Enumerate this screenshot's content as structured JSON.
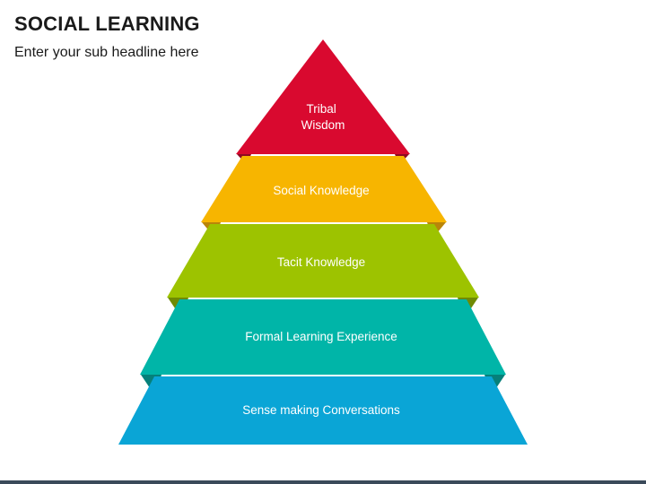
{
  "slide": {
    "title": "SOCIAL LEARNING",
    "subtitle": "Enter your sub headline here"
  },
  "pyramid": {
    "levels": [
      {
        "lines": [
          "Tribal",
          "Wisdom"
        ],
        "color": "#d9092f",
        "shade": "#8e0a22"
      },
      {
        "lines": [
          "Social Knowledge"
        ],
        "color": "#f7b500",
        "shade": "#b9850a"
      },
      {
        "lines": [
          "Tacit Knowledge"
        ],
        "color": "#9dc300",
        "shade": "#6f8a04"
      },
      {
        "lines": [
          "Formal Learning Experience"
        ],
        "color": "#00b5a8",
        "shade": "#06807a"
      },
      {
        "lines": [
          "Sense making Conversations"
        ],
        "color": "#0aa5d6",
        "shade": "#0a78a0"
      }
    ]
  },
  "footer": {
    "color": "#3a4a5a"
  }
}
